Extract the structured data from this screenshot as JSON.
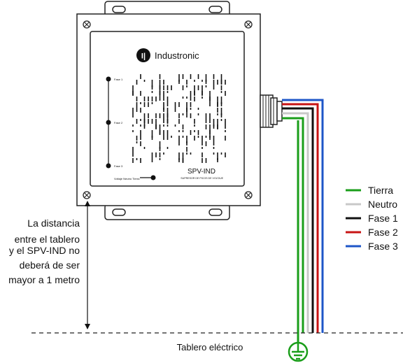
{
  "brand": {
    "logo_mark": "I|",
    "name": "Industronic"
  },
  "device": {
    "model": "SPV-IND",
    "subtitle": "SUPRESOR DE PICOS DE VOLTAJE",
    "phase_labels": [
      "Fase 1",
      "Fase 2",
      "Fase 3"
    ],
    "voltage_label": "Voltaje Neutro Tierra"
  },
  "legend": [
    {
      "label": "Tierra",
      "color": "#1a9e1a"
    },
    {
      "label": "Neutro",
      "color": "#c8c8c8"
    },
    {
      "label": "Fase 1",
      "color": "#111111"
    },
    {
      "label": "Fase 2",
      "color": "#c81414"
    },
    {
      "label": "Fase 3",
      "color": "#1e56c8"
    }
  ],
  "note": {
    "lines": [
      "La distancia",
      "entre el tablero",
      "y el SPV-IND no",
      "deberá de ser",
      "mayor a 1 metro"
    ]
  },
  "panel_label": "Tablero eléctrico",
  "icons": {
    "ground": "ground-icon",
    "screw": "screw-icon",
    "logo": "industronic-logo-icon"
  }
}
